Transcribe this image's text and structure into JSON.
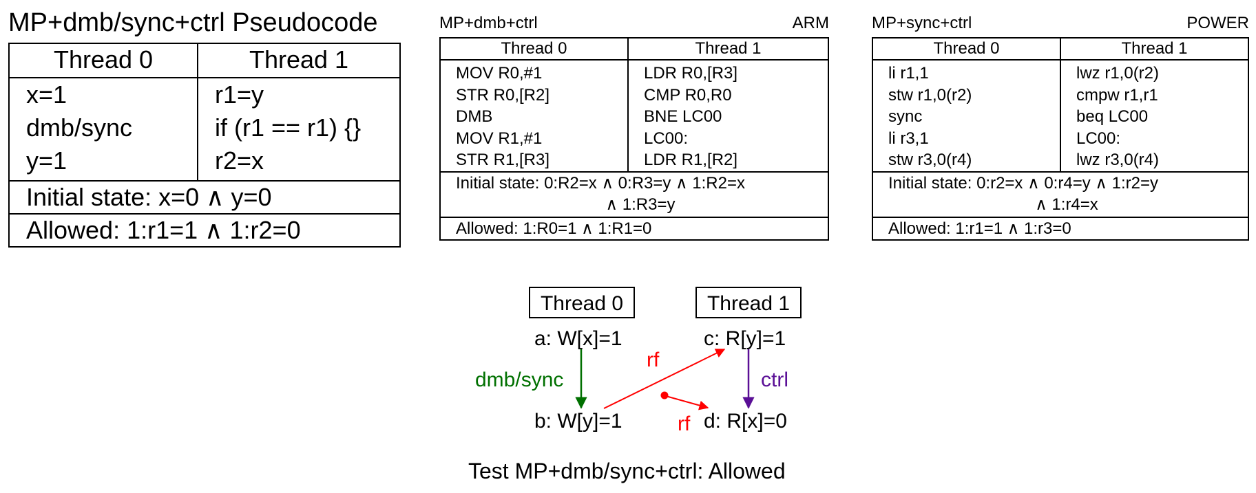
{
  "pseudocode": {
    "title": "MP+dmb/sync+ctrl  Pseudocode",
    "thread0_header": "Thread 0",
    "thread1_header": "Thread 1",
    "thread0_lines": [
      "x=1",
      "dmb/sync",
      "y=1"
    ],
    "thread1_lines": [
      "r1=y",
      "if (r1 == r1) {}",
      "r2=x"
    ],
    "initial_state": "Initial state: x=0 ∧ y=0",
    "allowed": "Allowed: 1:r1=1 ∧ 1:r2=0"
  },
  "arm": {
    "title": "MP+dmb+ctrl",
    "arch": "ARM",
    "thread0_header": "Thread 0",
    "thread1_header": "Thread 1",
    "thread0_lines": [
      "MOV R0,#1",
      "STR R0,[R2]",
      "DMB",
      "MOV R1,#1",
      "STR R1,[R3]"
    ],
    "thread1_lines": [
      "LDR R0,[R3]",
      "CMP R0,R0",
      "BNE LC00",
      "LC00:",
      "LDR R1,[R2]"
    ],
    "initial_state_line1": "Initial state: 0:R2=x ∧ 0:R3=y ∧ 1:R2=x",
    "initial_state_line2": "∧ 1:R3=y",
    "allowed": "Allowed: 1:R0=1 ∧ 1:R1=0"
  },
  "power": {
    "title": "MP+sync+ctrl",
    "arch": "POWER",
    "thread0_header": "Thread 0",
    "thread1_header": "Thread 1",
    "thread0_lines": [
      "li r1,1",
      "stw r1,0(r2)",
      "sync",
      "li r3,1",
      "stw r3,0(r4)"
    ],
    "thread1_lines": [
      "lwz r1,0(r2)",
      "cmpw r1,r1",
      "beq LC00",
      "LC00:",
      "lwz r3,0(r4)"
    ],
    "initial_state_line1": "Initial state: 0:r2=x ∧ 0:r4=y ∧ 1:r2=y",
    "initial_state_line2": "∧ 1:r4=x",
    "allowed": "Allowed: 1:r1=1 ∧ 1:r3=0"
  },
  "diagram": {
    "thread0_label": "Thread 0",
    "thread1_label": "Thread 1",
    "event_a": "a: W[x]=1",
    "event_b": "b: W[y]=1",
    "event_c": "c: R[y]=1",
    "event_d": "d: R[x]=0",
    "edge_dmb_sync": "dmb/sync",
    "edge_rf_bc": "rf",
    "edge_rf_init_d": "rf",
    "edge_ctrl": "ctrl",
    "colors": {
      "dmb_sync": "#007000",
      "rf": "#ff0000",
      "ctrl": "#5a0f96"
    },
    "caption": "Test MP+dmb/sync+ctrl: Allowed"
  }
}
